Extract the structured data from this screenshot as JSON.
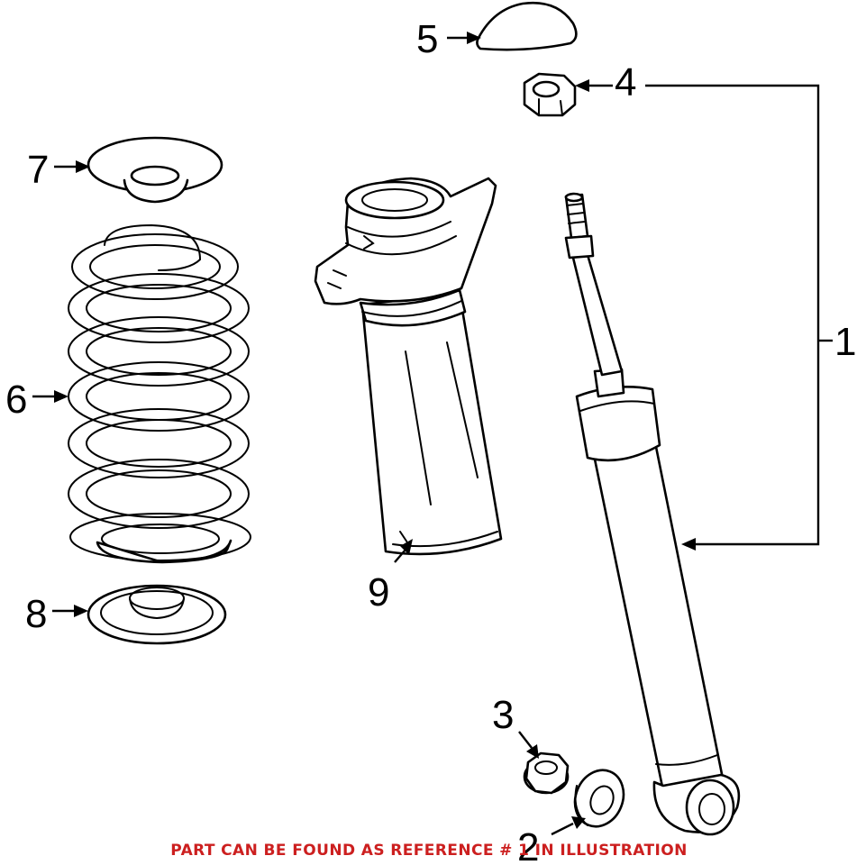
{
  "callouts": [
    {
      "id": "1",
      "label": "1"
    },
    {
      "id": "2",
      "label": "2"
    },
    {
      "id": "3",
      "label": "3"
    },
    {
      "id": "4",
      "label": "4"
    },
    {
      "id": "5",
      "label": "5"
    },
    {
      "id": "6",
      "label": "6"
    },
    {
      "id": "7",
      "label": "7"
    },
    {
      "id": "8",
      "label": "8"
    },
    {
      "id": "9",
      "label": "9"
    }
  ],
  "notice": "PART CAN BE FOUND AS REFERENCE # 1 IN ILLUSTRATION",
  "colors": {
    "notice": "#cc1f1f",
    "linework": "#000000",
    "background": "#ffffff"
  }
}
